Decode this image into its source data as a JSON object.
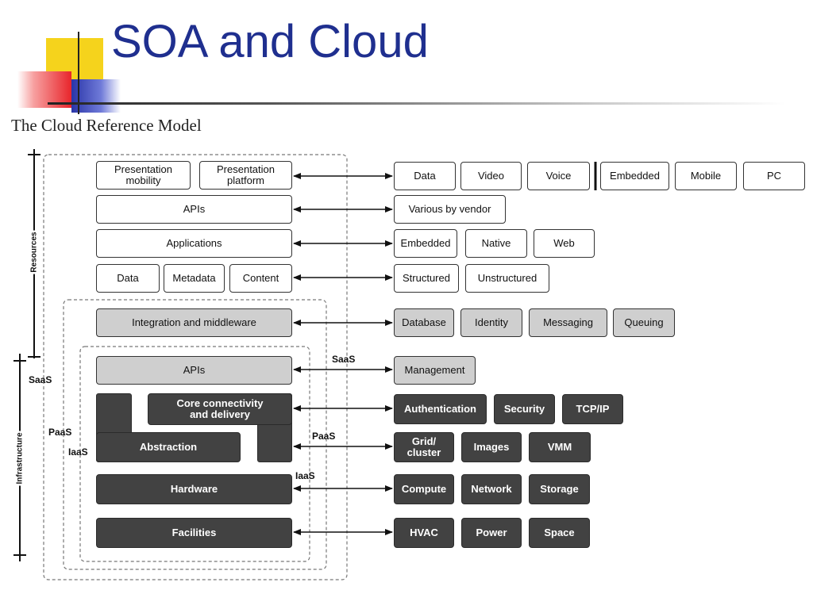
{
  "slide": {
    "title": "SOA and Cloud",
    "subtitle": "The Cloud Reference Model"
  },
  "colors": {
    "title_text": "#1f2f8f",
    "deco_yellow": "#f5d31c",
    "deco_red": "#e8252b",
    "deco_blue": "#2a35a8",
    "light_box": "#cfcfcf",
    "dark_box": "#424242"
  },
  "axis": {
    "resources": "Resources",
    "infrastructure": "Infrastructure"
  },
  "service_labels": {
    "saas_left": "SaaS",
    "paas_left": "PaaS",
    "iaas_left": "IaaS",
    "saas_arrow": "SaaS",
    "paas_arrow": "PaaS",
    "iaas_arrow": "IaaS"
  },
  "left_stack": {
    "presentation_mobility": "Presentation\nmobility",
    "presentation_platform": "Presentation\nplatform",
    "apis_top": "APIs",
    "applications": "Applications",
    "data": "Data",
    "metadata": "Metadata",
    "content": "Content",
    "integration": "Integration and middleware",
    "apis_saas": "APIs",
    "core_connectivity": "Core connectivity\nand delivery",
    "abstraction": "Abstraction",
    "hardware": "Hardware",
    "facilities": "Facilities"
  },
  "right_groups": {
    "presentation": [
      "Data",
      "Video",
      "Voice",
      "Embedded",
      "Mobile",
      "PC"
    ],
    "apis": [
      "Various by vendor"
    ],
    "applications": [
      "Embedded",
      "Native",
      "Web"
    ],
    "data": [
      "Structured",
      "Unstructured"
    ],
    "integration": [
      "Database",
      "Identity",
      "Messaging",
      "Queuing"
    ],
    "management": [
      "Management"
    ],
    "connectivity": [
      "Authentication",
      "Security",
      "TCP/IP"
    ],
    "abstraction": [
      "Grid/\ncluster",
      "Images",
      "VMM"
    ],
    "hardware": [
      "Compute",
      "Network",
      "Storage"
    ],
    "facilities": [
      "HVAC",
      "Power",
      "Space"
    ]
  }
}
